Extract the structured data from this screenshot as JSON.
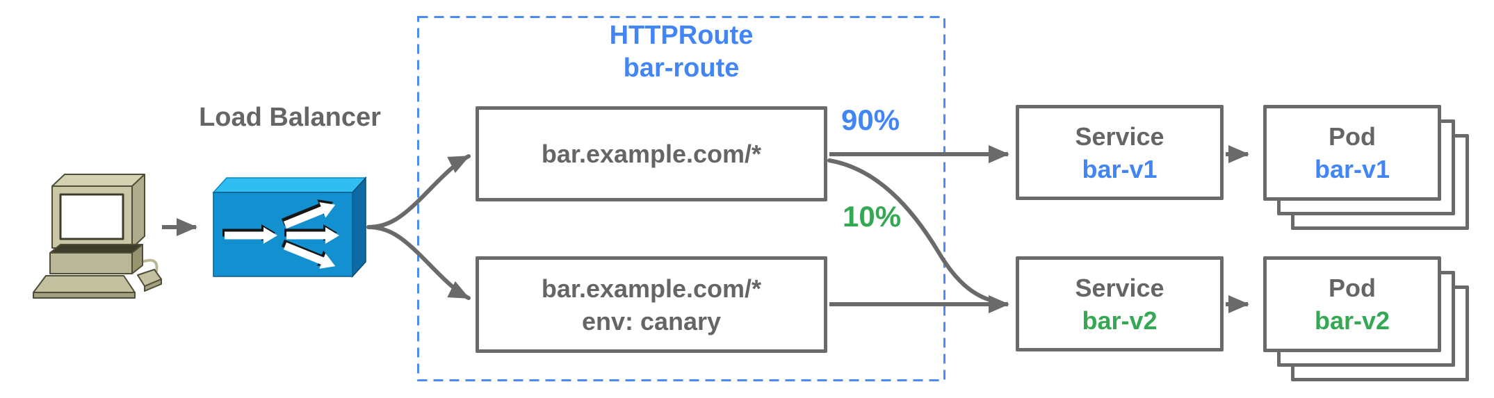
{
  "load_balancer": {
    "label": "Load Balancer",
    "icon": "load-balancer-icon"
  },
  "client": {
    "icon": "client-computer-icon"
  },
  "httproute_group": {
    "title_line1": "HTTPRoute",
    "title_line2": "bar-route"
  },
  "routes": {
    "rule1": {
      "match": "bar.example.com/*",
      "weight": "90%"
    },
    "rule2": {
      "match_line1": "bar.example.com/*",
      "match_line2": "env: canary",
      "weight": "10%"
    }
  },
  "services": {
    "s1": {
      "kind": "Service",
      "name": "bar-v1"
    },
    "s2": {
      "kind": "Service",
      "name": "bar-v2"
    }
  },
  "pods": {
    "p1": {
      "kind": "Pod",
      "name": "bar-v1"
    },
    "p2": {
      "kind": "Pod",
      "name": "bar-v2"
    }
  },
  "colors": {
    "accent_blue": "#4285f4",
    "accent_green": "#34a853",
    "stroke_gray": "#6a6a6a",
    "text_gray": "#656565",
    "lb_front": "#1390cf",
    "lb_top": "#2fbdf2",
    "lb_side": "#0c6ba3"
  }
}
